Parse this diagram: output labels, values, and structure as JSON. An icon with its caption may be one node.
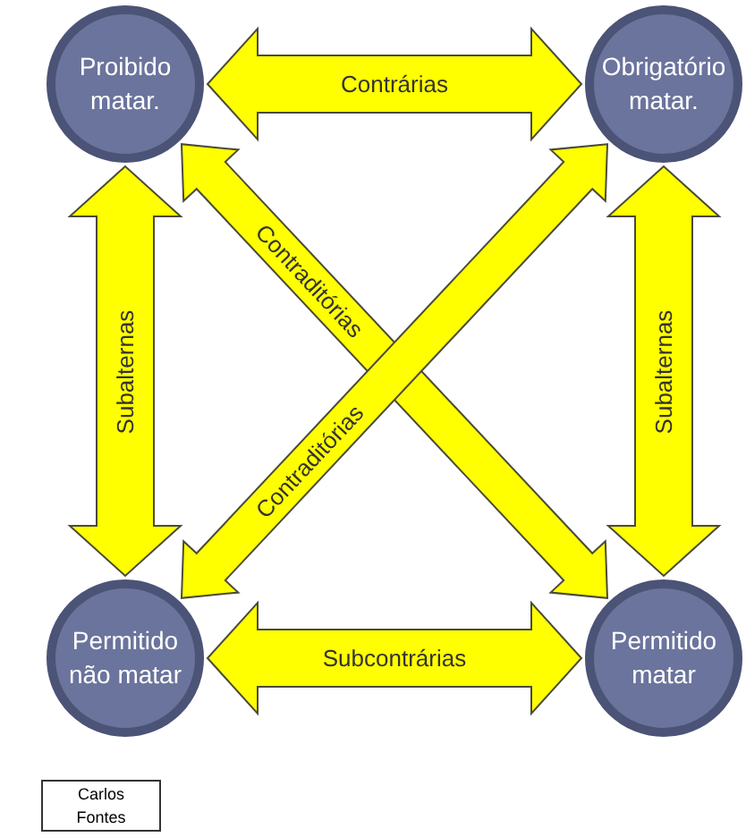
{
  "diagram": {
    "nodes": [
      {
        "text": [
          "Proibido matar."
        ]
      },
      {
        "text": [
          "Obrigatório matar."
        ]
      },
      {
        "text": [
          "Permitido não matar"
        ]
      },
      {
        "text": [
          "Permitido matar"
        ]
      }
    ],
    "edges": [
      {
        "from": 0,
        "to": 1,
        "arrow": "both",
        "label": "Contrárias"
      },
      {
        "from": 0,
        "to": 2,
        "arrow": "both",
        "label": "Subalternas"
      },
      {
        "from": 1,
        "to": 3,
        "arrow": "both",
        "label": "Subalternas"
      },
      {
        "from": 0,
        "to": 3,
        "arrow": "both",
        "label": "Contraditórias"
      },
      {
        "from": 1,
        "to": 2,
        "arrow": "both",
        "label": "Contraditórias"
      },
      {
        "from": 2,
        "to": 3,
        "arrow": "both",
        "label": "Subcontrárias"
      }
    ],
    "labels": [
      "Carlos Fontes"
    ]
  }
}
